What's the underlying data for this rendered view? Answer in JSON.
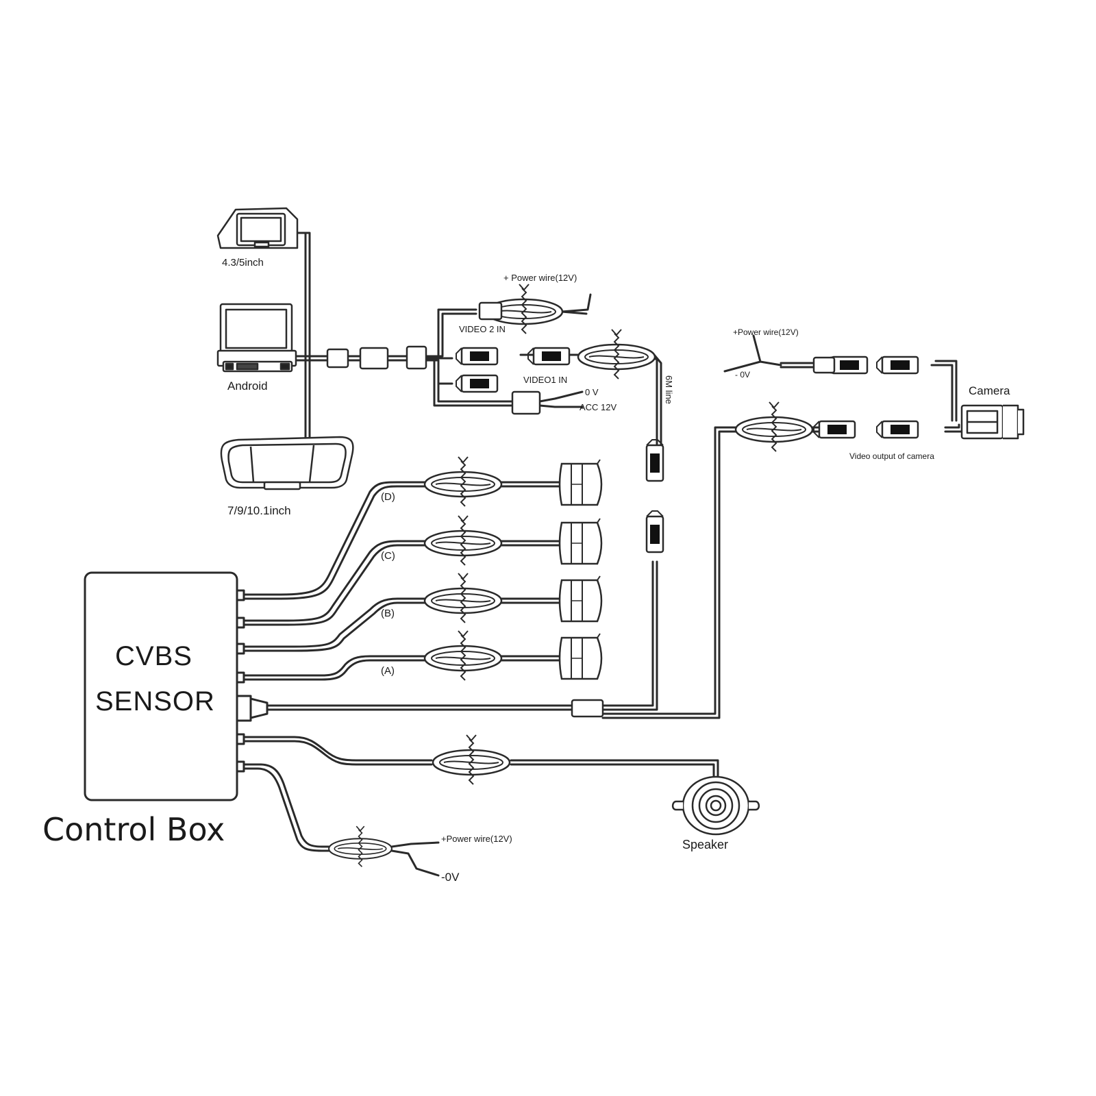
{
  "labels": {
    "monitor_small": "4.3/5inch",
    "head_unit": "Android",
    "monitor_mirror": "7/9/10.1inch",
    "power_wire_top": "+ Power wire(12V)",
    "video2_in": "VIDEO 2 IN",
    "video1_in": "VIDEO1 IN",
    "zero_v_top": "0 V",
    "acc_12v": "ACC 12V",
    "six_m_line": "6M line",
    "camera_power_wire": "+Power wire(12V)",
    "camera_zero_v": "- 0V",
    "camera": "Camera",
    "video_output_camera": "Video output of camera",
    "sensor_d": "(D)",
    "sensor_c": "(C)",
    "sensor_b": "(B)",
    "sensor_a": "(A)",
    "control_box_line1": "CVBS",
    "control_box_line2": "SENSOR",
    "control_box_title": "Control Box",
    "speaker": "Speaker",
    "power_wire_bottom": "+Power wire(12V)",
    "zero_v_bottom": "-0V"
  },
  "colors": {
    "line": "#2a2a2a",
    "background": "#ffffff"
  },
  "icons": [
    "monitor-small-icon",
    "head-unit-icon",
    "mirror-monitor-icon",
    "camera-icon",
    "speaker-icon",
    "sensor-icon",
    "rca-connector-icon",
    "cable-tie-icon"
  ]
}
